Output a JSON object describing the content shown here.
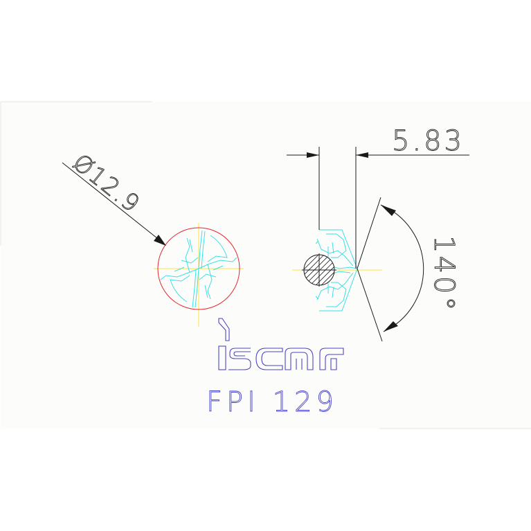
{
  "drawing": {
    "diameter_label": "Ø12.9",
    "offset_label": "5.83",
    "angle_label": "140°",
    "brand_logo_text": "iscar",
    "part_code": "FPI 129"
  },
  "colors": {
    "background": "#ffffff",
    "sheet": "#fcfdfb",
    "dimension": "#1a1a1a",
    "insert_outline": "#38e0e8",
    "centerline": "#ffe23a",
    "circle": "#e8242c",
    "brand": "#4a44c8"
  }
}
